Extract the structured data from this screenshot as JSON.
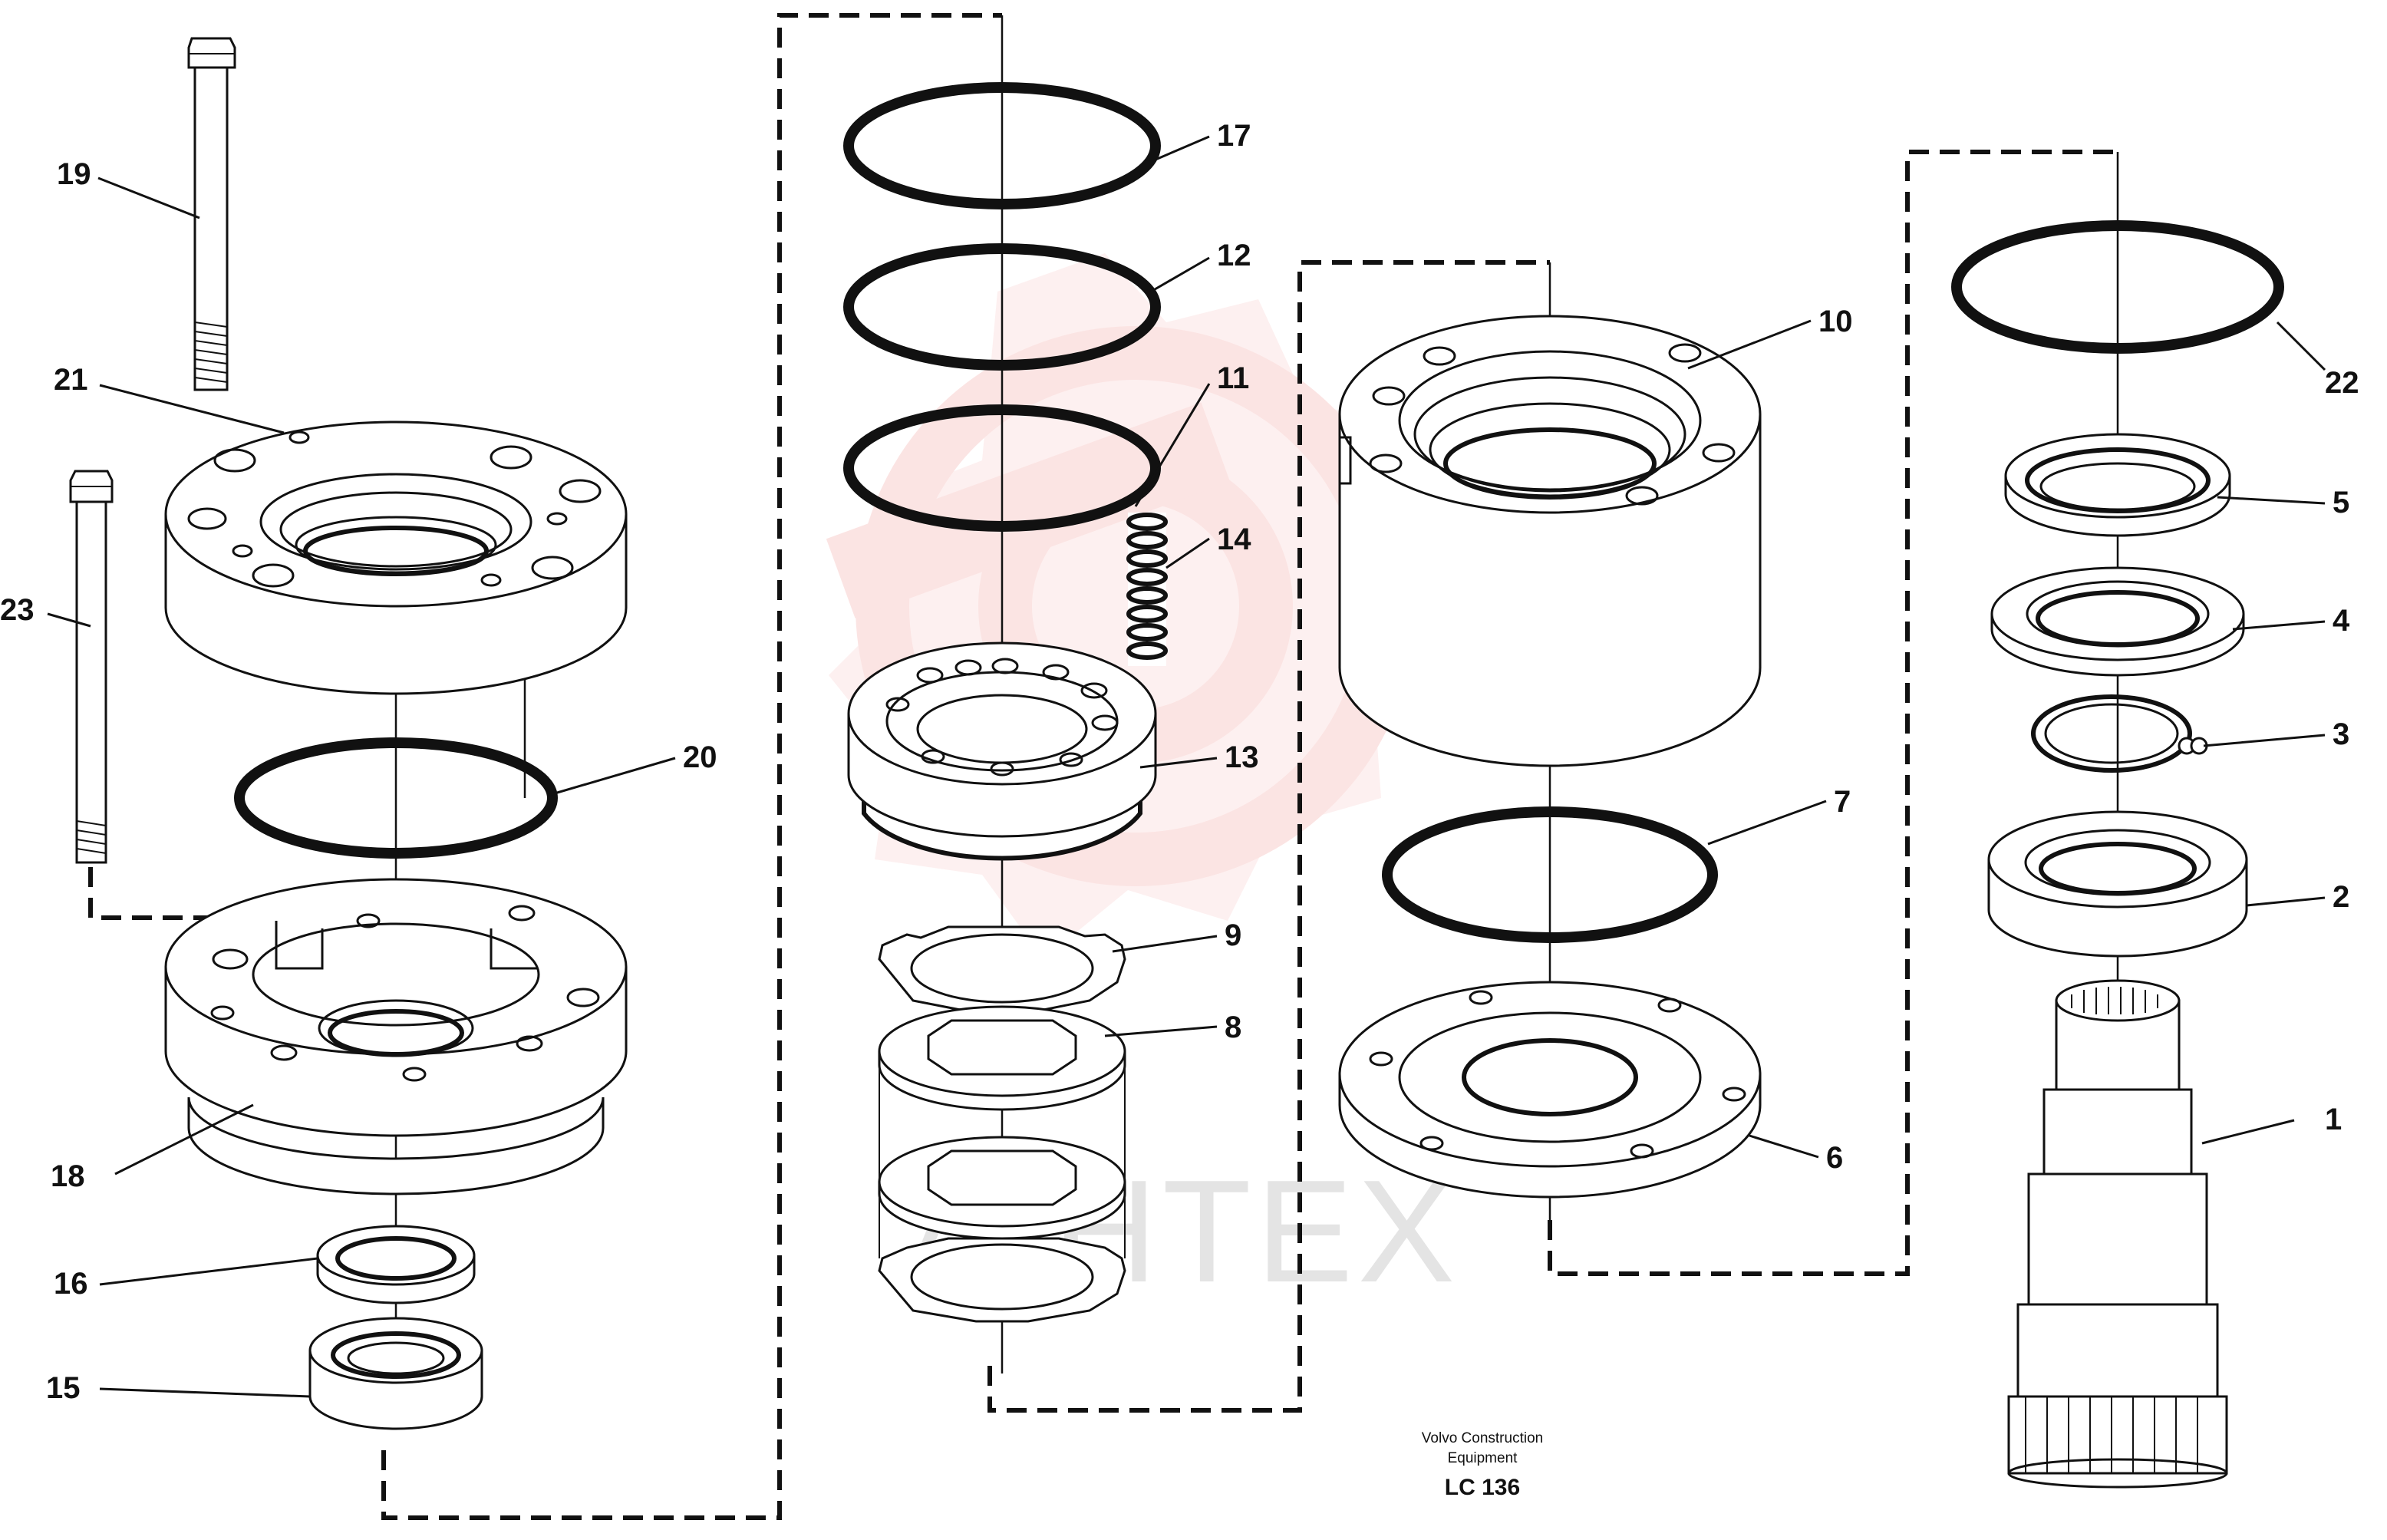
{
  "callouts": [
    "1",
    "2",
    "3",
    "4",
    "5",
    "6",
    "7",
    "8",
    "9",
    "10",
    "11",
    "12",
    "13",
    "14",
    "15",
    "16",
    "17",
    "18",
    "19",
    "20",
    "21",
    "22",
    "23"
  ],
  "caption": {
    "line1": "Volvo Construction",
    "line2": "Equipment",
    "code": "LC 136"
  },
  "watermark": {
    "text": "AIHTEX",
    "color": "#e8342f"
  }
}
